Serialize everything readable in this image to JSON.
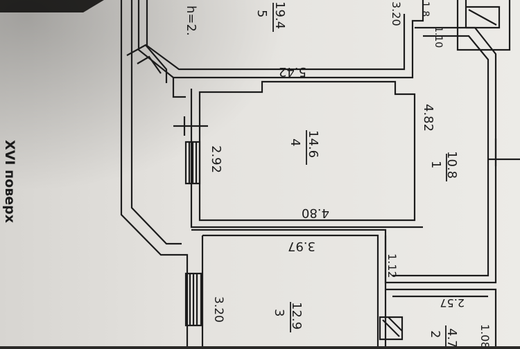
{
  "floor_label": "XVI поверх",
  "rooms": [
    {
      "id": "5",
      "number": "5",
      "area": "19.4",
      "dims": {
        "height": "h=2.",
        "length": "5.42",
        "width": "3.20"
      }
    },
    {
      "id": "4",
      "number": "4",
      "area": "14.6",
      "dims": {
        "width": "2.92",
        "length": "4.80"
      }
    },
    {
      "id": "1",
      "number": "1",
      "area": "10.8",
      "dims": {
        "length": "4.82",
        "nook": "1.12"
      }
    },
    {
      "id": "3",
      "number": "3",
      "area": "12.9",
      "dims": {
        "width": "3.20",
        "length": "3.97"
      }
    },
    {
      "id": "2",
      "number": "2",
      "area": "4.7",
      "dims": {
        "length": "2.57",
        "width": "1.08"
      }
    }
  ],
  "small_dims": {
    "top_right_a": "1.10",
    "top_right_b": "1.8"
  },
  "colors": {
    "paper": "#e9e7e3",
    "ink": "#1c1c1c",
    "shadow": "#2b2a28"
  }
}
